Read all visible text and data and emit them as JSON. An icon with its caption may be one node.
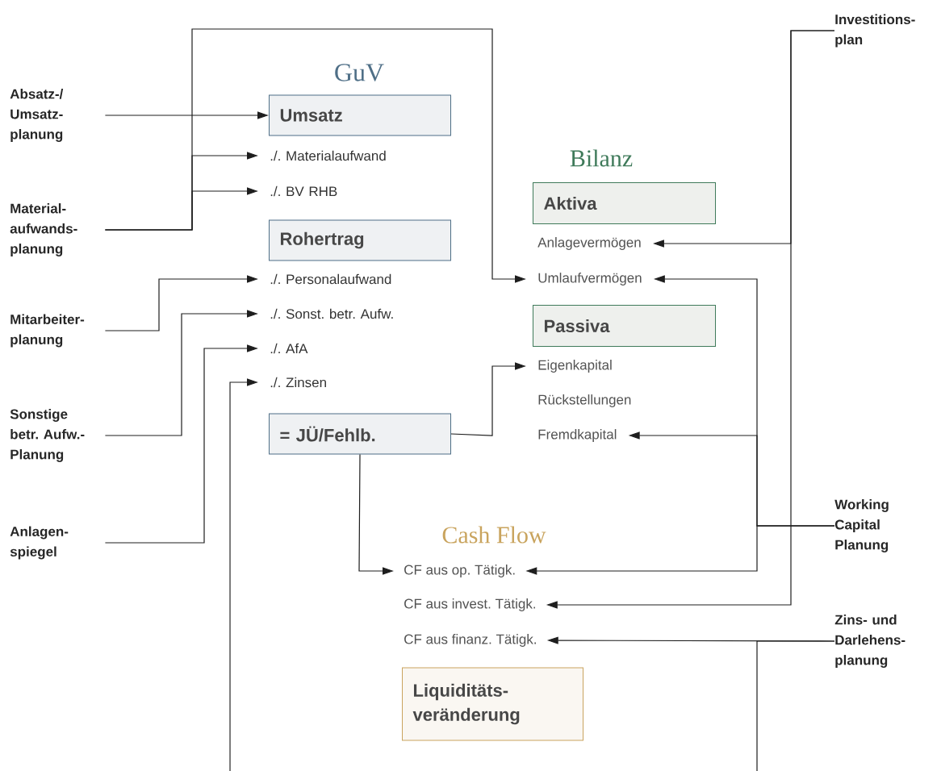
{
  "diagram": {
    "nodes": [
      {
        "text": [
          "Absatz-/ Umsatz- planung"
        ]
      },
      {
        "text": [
          "Material- aufwands- planung"
        ]
      },
      {
        "text": [
          "Mitarbeiter- planung"
        ]
      },
      {
        "text": [
          "Sonstige betr. Aufw.- Planung"
        ]
      },
      {
        "text": [
          "Anlagen- spiegel"
        ]
      },
      {
        "text": [
          "Umsatz"
        ]
      },
      {
        "text": [
          "./.  Materialaufwand"
        ]
      },
      {
        "text": [
          "./.  BV RHB"
        ]
      },
      {
        "text": [
          "Rohertrag"
        ]
      },
      {
        "text": [
          "./.  Personalaufwand"
        ]
      },
      {
        "text": [
          "./.  Sonst. betr. Aufw."
        ]
      },
      {
        "text": [
          "./.  AfA"
        ]
      },
      {
        "text": [
          "./.  Zinsen"
        ]
      },
      {
        "text": [
          "= JÜ/Fehlb."
        ]
      },
      {
        "text": [
          "Aktiva"
        ]
      },
      {
        "text": [
          "Anlagevermögen"
        ]
      },
      {
        "text": [
          "Umlaufvermögen"
        ]
      },
      {
        "text": [
          "Passiva"
        ]
      },
      {
        "text": [
          "Eigenkapital"
        ]
      },
      {
        "text": [
          "Fremdkapital"
        ]
      },
      {
        "text": [
          "CF aus op. Tätigk."
        ]
      },
      {
        "text": [
          "CF aus invest. Tätigk."
        ]
      },
      {
        "text": [
          "CF aus finanz. Tätigk."
        ]
      },
      {
        "text": [
          "Liquiditäts- veränderung"
        ]
      },
      {
        "text": [
          "Investitions- plan"
        ]
      },
      {
        "text": [
          "Working Capital Planung"
        ]
      },
      {
        "text": [
          "Zins- und Darlehens- planung"
        ]
      }
    ],
    "edges": [
      {
        "from": 0,
        "to": 5,
        "arrow": "to"
      },
      {
        "from": 1,
        "to": 6,
        "arrow": "to"
      },
      {
        "from": 1,
        "to": 7,
        "arrow": "to"
      },
      {
        "from": 1,
        "to": 16,
        "arrow": "to"
      },
      {
        "from": 2,
        "to": 9,
        "arrow": "to"
      },
      {
        "from": 3,
        "to": 10,
        "arrow": "to"
      },
      {
        "from": 4,
        "to": 11,
        "arrow": "to"
      },
      {
        "from": 26,
        "to": 12,
        "arrow": "to"
      },
      {
        "from": 26,
        "to": 22,
        "arrow": "to"
      },
      {
        "from": 13,
        "to": 18,
        "arrow": "to"
      },
      {
        "from": 13,
        "to": 20,
        "arrow": "to"
      },
      {
        "from": 24,
        "to": 15,
        "arrow": "to"
      },
      {
        "from": 24,
        "to": 21,
        "arrow": "to"
      },
      {
        "from": 25,
        "to": 16,
        "arrow": "to"
      },
      {
        "from": 25,
        "to": 19,
        "arrow": "to"
      },
      {
        "from": 25,
        "to": 20,
        "arrow": "to"
      }
    ],
    "labels": [
      "GuV",
      "Bilanz",
      "Rückstellungen",
      "Cash Flow"
    ]
  }
}
